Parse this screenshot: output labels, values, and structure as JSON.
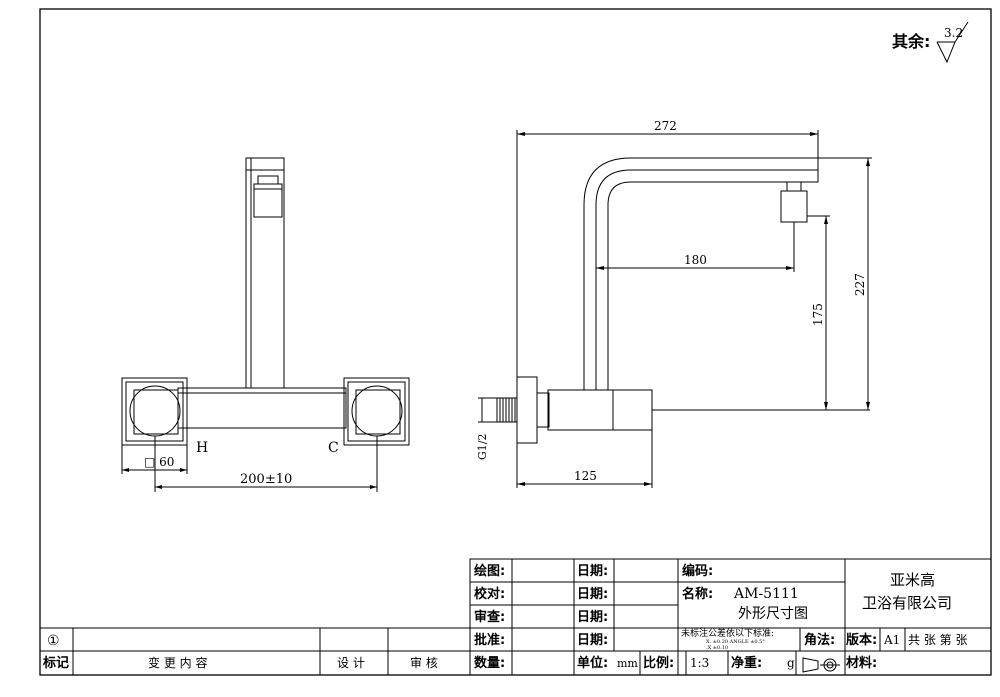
{
  "roughness": {
    "label": "其余:",
    "value": "3.2"
  },
  "front_view": {
    "label_hot": "H",
    "label_cold": "C",
    "dim_square": "□ 60",
    "dim_spacing": "200±10"
  },
  "side_view": {
    "dim_reach": "272",
    "dim_outlet_offset": "180",
    "dim_height_outlet": "175",
    "dim_height_top": "227",
    "dim_depth": "125",
    "dim_thread": "G1/2"
  },
  "title_block": {
    "draw": "绘图:",
    "check": "校对:",
    "review": "审查:",
    "approve": "批准:",
    "date": "日期:",
    "code": "编码:",
    "name_label": "名称:",
    "model": "AM-5111",
    "drawing_title": "外形尺寸图",
    "company_line1": "亚米高",
    "company_line2": "卫浴有限公司",
    "tolerance_note": "未标注公差依以下标准:",
    "tol_line_1": "X.    ±0.20  ANGLE  ±0.5°",
    "tol_line_2": ".X    ±0.10",
    "angle": "角法:",
    "version_label": "版本:",
    "version_value": "A1",
    "sheets": "共  张 第  张",
    "quantity": "数量:",
    "unit_label": "单位:",
    "unit_value": "mm",
    "scale_label": "比例:",
    "scale_value": "1:3",
    "net_weight": "净重:",
    "weight_unit": "g",
    "material": "材料:"
  },
  "revision_block": {
    "rev_mark": "①",
    "mark": "标记",
    "content": "变 更 内 容",
    "design": "设 计",
    "audit": "审 核"
  }
}
